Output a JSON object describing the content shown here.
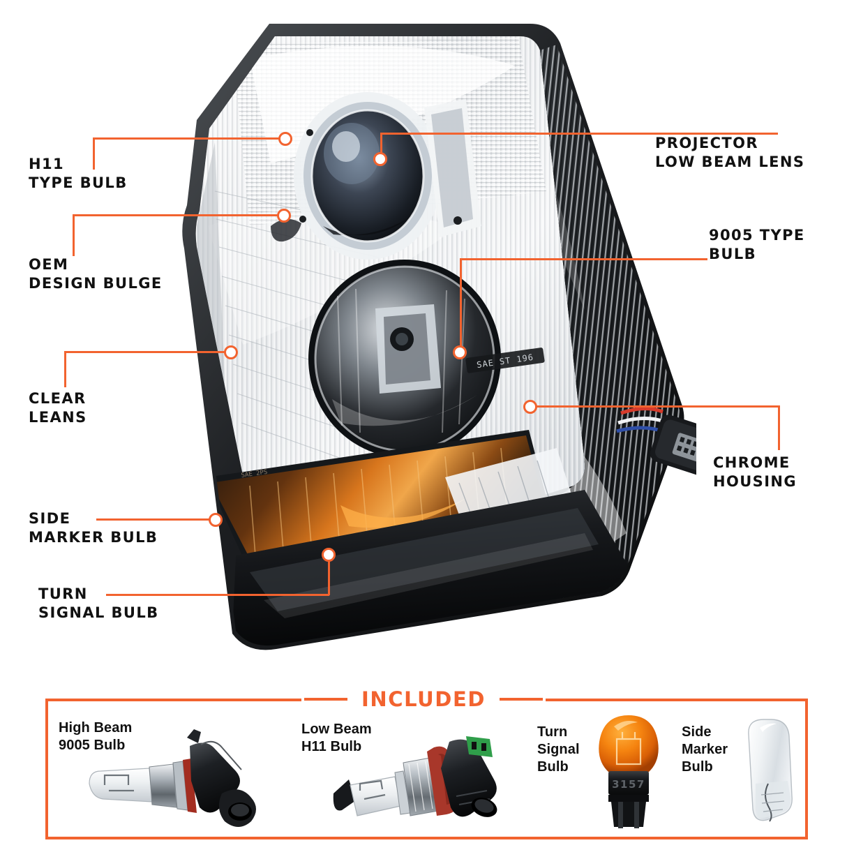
{
  "theme": {
    "accent": "#F2632F",
    "text": "#111111",
    "background": "#FFFFFF",
    "amber": "#E8861A"
  },
  "diagram": {
    "product": "truck headlight assembly",
    "markings_on_product": [
      "SAE ST 196"
    ],
    "callouts": [
      {
        "id": "h11-type-bulb",
        "label": "H11\nTYPE BULB",
        "side": "left"
      },
      {
        "id": "oem-design-bulge",
        "label": "OEM\nDESIGN BULGE",
        "side": "left"
      },
      {
        "id": "clear-leans",
        "label": "CLEAR\nLEANS",
        "side": "left"
      },
      {
        "id": "side-marker-bulb",
        "label": "SIDE\nMARKER BULB",
        "side": "left"
      },
      {
        "id": "turn-signal-bulb",
        "label": "TURN\nSIGNAL BULB",
        "side": "left"
      },
      {
        "id": "projector-low-beam-lens",
        "label": "PROJECTOR\nLOW BEAM LENS",
        "side": "right"
      },
      {
        "id": "9005-type-bulb",
        "label": "9005 TYPE\nBULB",
        "side": "right"
      },
      {
        "id": "chrome-housing",
        "label": "CHROME\nHOUSING",
        "side": "right"
      }
    ]
  },
  "included": {
    "title": "INCLUDED",
    "items": [
      {
        "id": "high-beam-9005-bulb",
        "label": "High Beam\n9005 Bulb",
        "art": "halogen-9005-bulb"
      },
      {
        "id": "low-beam-h11-bulb",
        "label": "Low Beam\nH11 Bulb",
        "art": "halogen-h11-bulb"
      },
      {
        "id": "turn-signal-bulb",
        "label": "Turn\nSignal\nBulb",
        "art": "amber-3157-bulb",
        "bulb_marking": "3157"
      },
      {
        "id": "side-marker-bulb",
        "label": "Side\nMarker\nBulb",
        "art": "wedge-194-bulb"
      }
    ]
  }
}
